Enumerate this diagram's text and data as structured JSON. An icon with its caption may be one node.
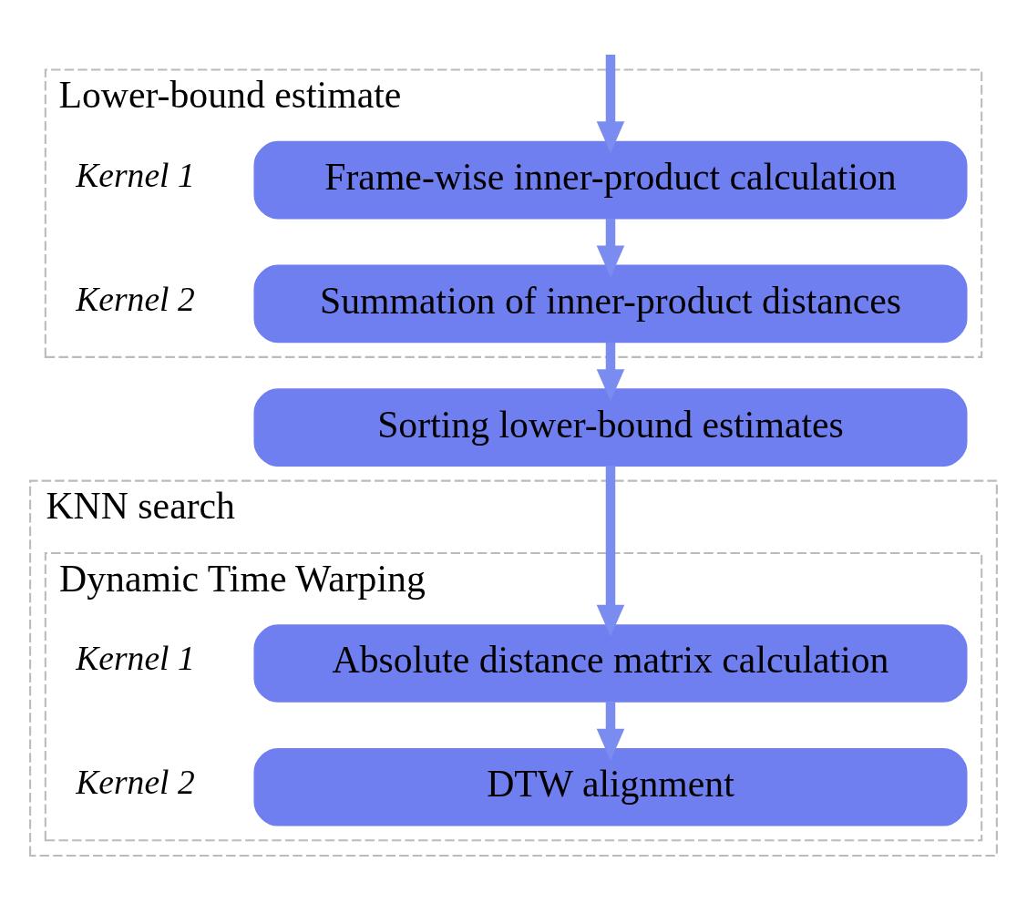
{
  "diagram": {
    "nodes": [
      {
        "text": [
          "Lower-bound estimate"
        ]
      },
      {
        "text": [
          "Frame-wise inner-product calculation"
        ],
        "in": 0,
        "beside": [
          "Kernel 1"
        ]
      },
      {
        "text": [
          "Summation of inner-product distances"
        ],
        "in": 0,
        "beside": [
          "Kernel 2"
        ]
      },
      {
        "text": [
          "Sorting lower-bound estimates"
        ]
      },
      {
        "text": [
          "KNN search"
        ]
      },
      {
        "text": [
          "Dynamic Time Warping"
        ],
        "in": 4
      },
      {
        "text": [
          "Absolute distance matrix calculation"
        ],
        "in": 5,
        "beside": [
          "Kernel 1"
        ]
      },
      {
        "text": [
          "DTW alignment"
        ],
        "in": 5,
        "beside": [
          "Kernel 2"
        ]
      }
    ],
    "edges": [
      {
        "from": null,
        "to": 1,
        "arrow": "to"
      },
      {
        "from": 1,
        "to": 2,
        "arrow": "to"
      },
      {
        "from": 2,
        "to": 3,
        "arrow": "to"
      },
      {
        "from": 3,
        "to": 6,
        "arrow": "to"
      },
      {
        "from": 6,
        "to": 7,
        "arrow": "to"
      }
    ]
  }
}
